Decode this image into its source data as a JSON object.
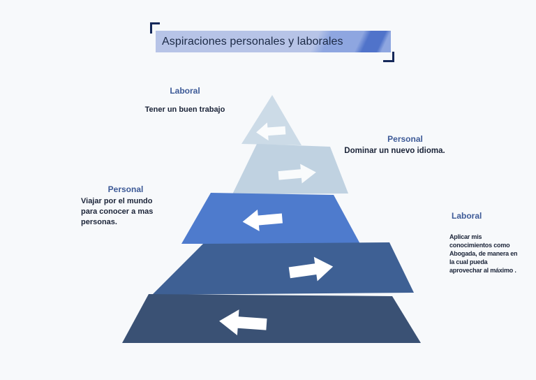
{
  "page": {
    "background": "#f7f9fb"
  },
  "title_banner": {
    "text": "Aspiraciones personales y laborales",
    "text_color": "#1b2945",
    "bg_base": "#b7c4e7",
    "bg_stripe_medium": "#8ea6e0",
    "bg_stripe_dark": "#5073ca",
    "bracket_color": "#16295a"
  },
  "annotations": [
    {
      "heading": "Laboral",
      "body": "Tener un buen trabajo"
    },
    {
      "heading": "Personal",
      "body": "Dominar un nuevo idioma."
    },
    {
      "heading": "Personal",
      "body": "Viajar por el mundo\npara conocer a mas\npersonas."
    },
    {
      "heading": "Laboral",
      "body": "Aplicar mis\nconocimientos como\nAbogada, de manera en\nla cual pueda\naprovechar al máximo ."
    }
  ],
  "annotation_styles": {
    "heading_color": "#3d5a97",
    "body_color": "#1b2438"
  },
  "pyramid": {
    "arrow_color": "#ffffff",
    "levels": [
      {
        "label": "level-1",
        "color": "#ccdbe7",
        "icon": "arrow-left-icon",
        "arrow": "left"
      },
      {
        "label": "level-2",
        "color": "#c0d2e1",
        "icon": "arrow-right-icon",
        "arrow": "right"
      },
      {
        "label": "level-3",
        "color": "#4e7bcd",
        "icon": "arrow-left-icon",
        "arrow": "left"
      },
      {
        "label": "level-4",
        "color": "#3e6094",
        "icon": "arrow-right-icon",
        "arrow": "right"
      },
      {
        "label": "level-5",
        "color": "#3a5174",
        "icon": "arrow-left-icon",
        "arrow": "left"
      }
    ]
  }
}
